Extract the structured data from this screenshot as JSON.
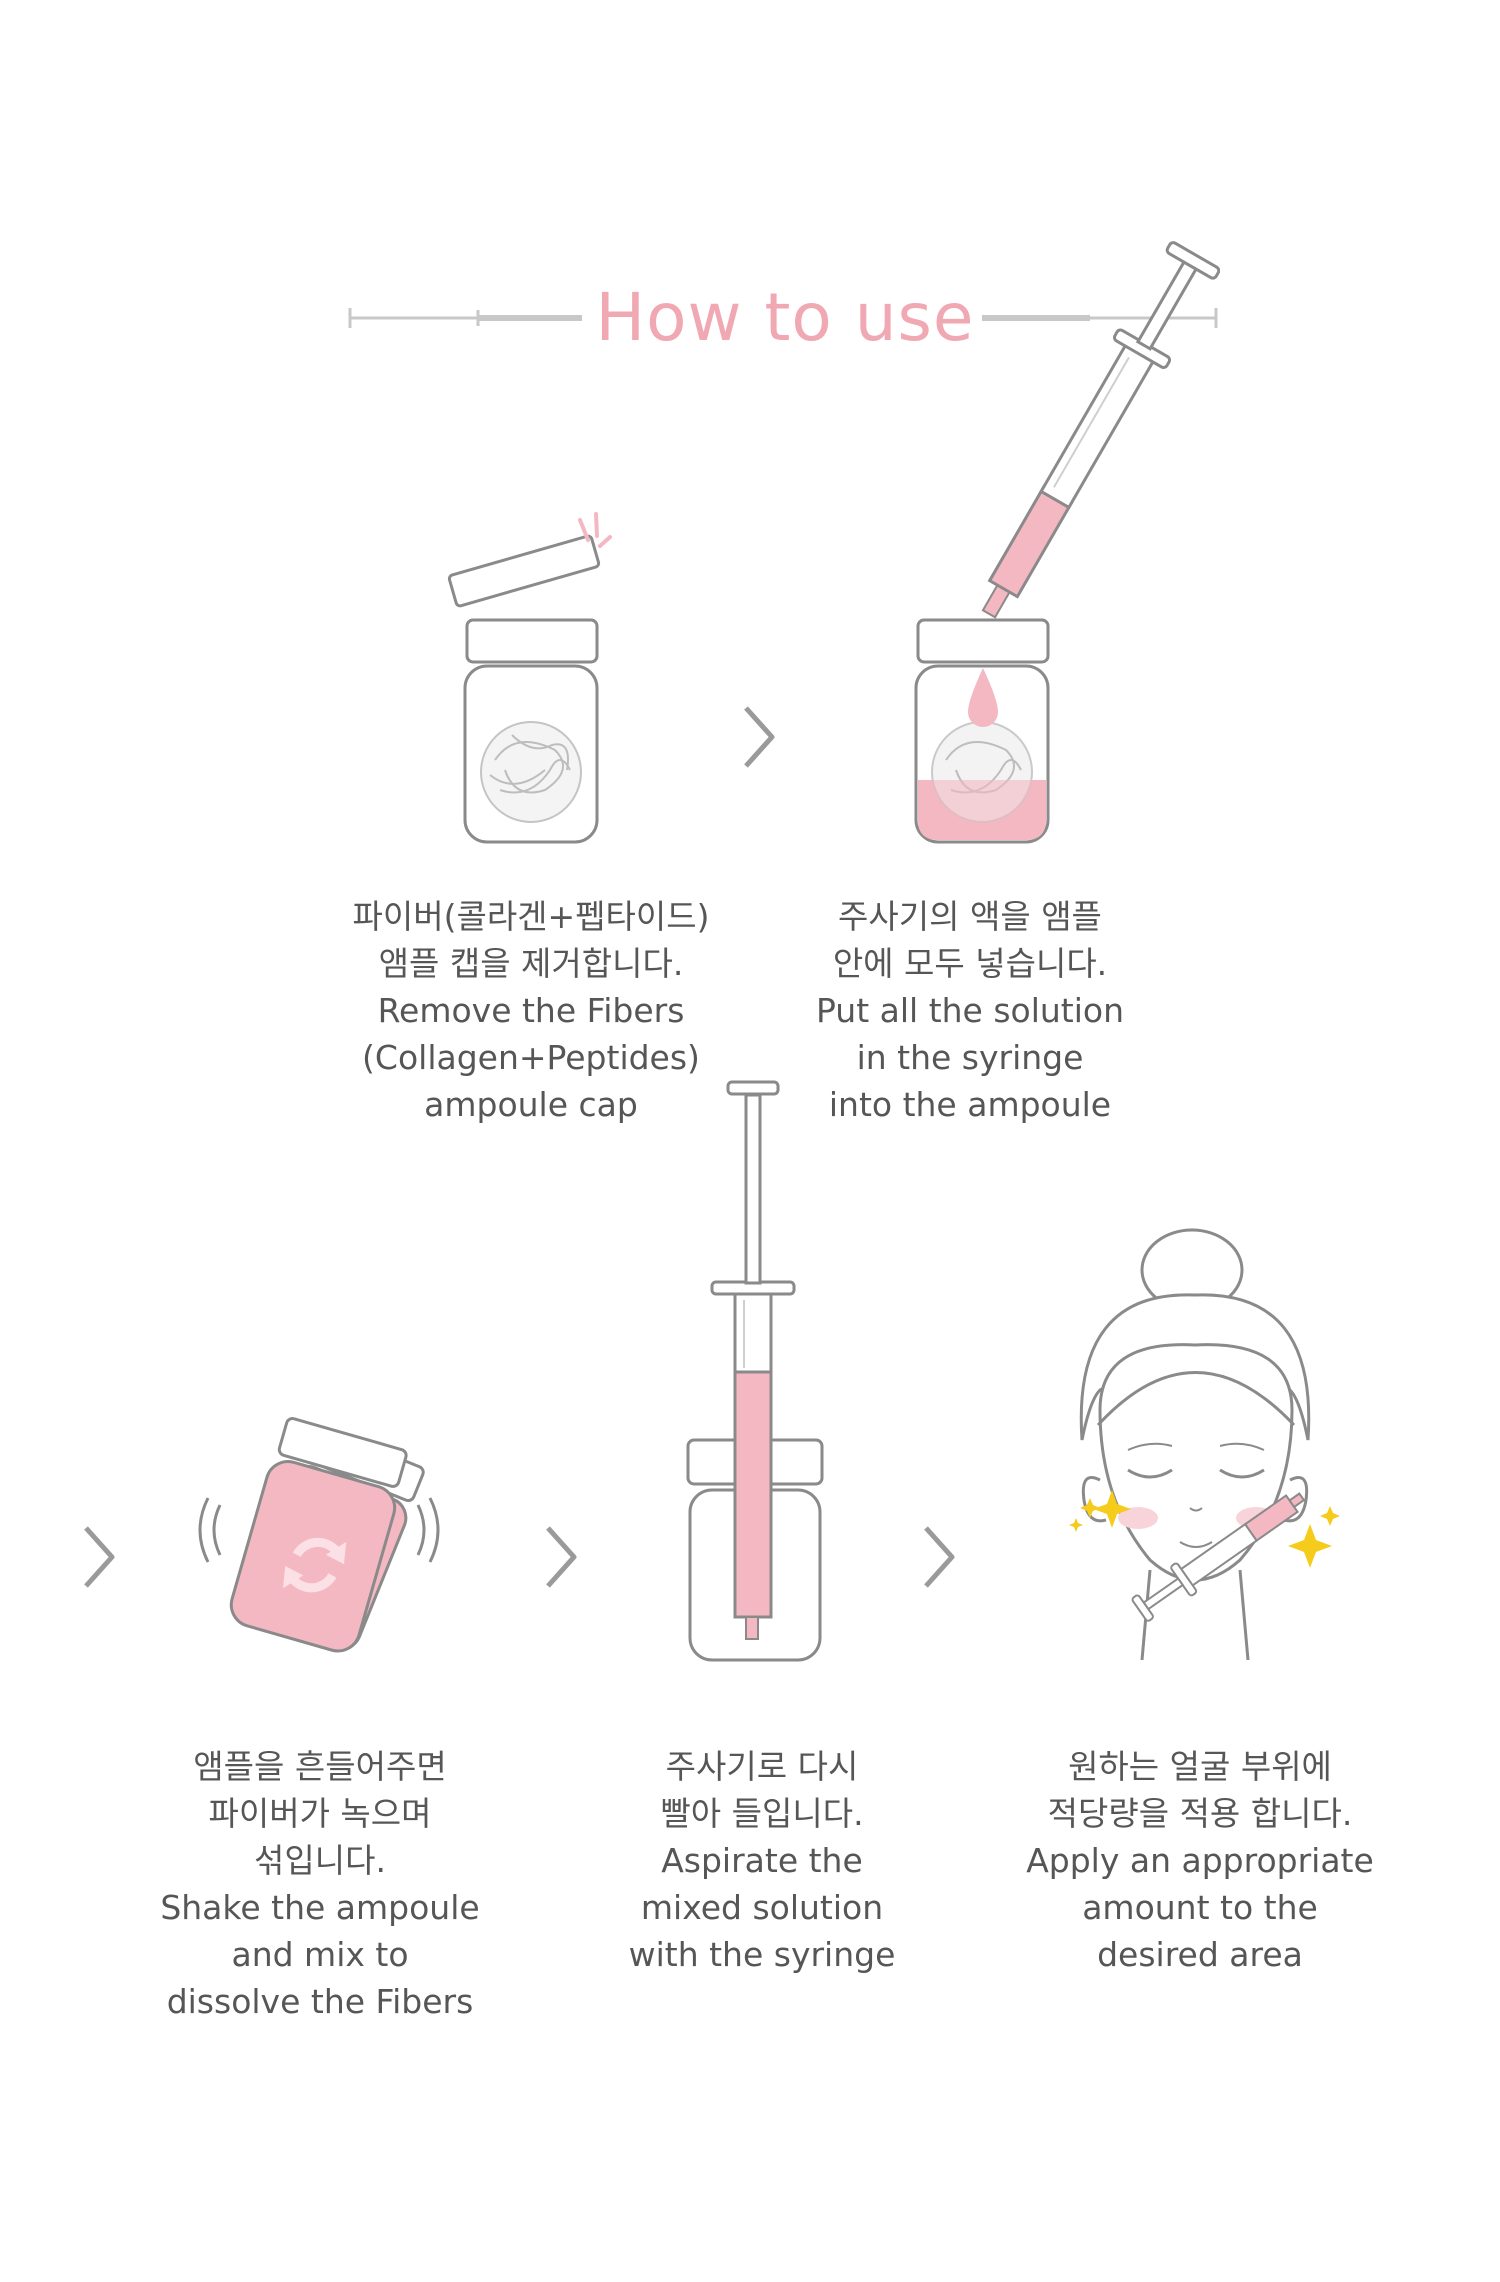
{
  "title": "How to use",
  "colors": {
    "pink": "#f4b8c3",
    "pink_light": "#f9d3da",
    "line": "#8a8a8a",
    "title": "#f0a8b3",
    "sparkle": "#f5cc1c"
  },
  "steps": [
    {
      "lines": [
        "파이버(콜라겐+펩타이드)",
        "앰플 캡을 제거합니다.",
        "Remove the Fibers",
        "(Collagen+Peptides)",
        "ampoule cap"
      ]
    },
    {
      "lines": [
        "주사기의 액을 앰플",
        "안에 모두 넣습니다.",
        "Put all the solution",
        "in the syringe",
        "into the ampoule"
      ]
    },
    {
      "lines": [
        "앰플을 흔들어주면",
        "파이버가 녹으며",
        "섞입니다.",
        "Shake the ampoule",
        "and mix to",
        "dissolve the Fibers"
      ]
    },
    {
      "lines": [
        "주사기로 다시",
        "빨아 들입니다.",
        "Aspirate the",
        "mixed solution",
        "with the syringe"
      ]
    },
    {
      "lines": [
        "원하는 얼굴 부위에",
        "적당량을 적용 합니다.",
        "Apply an appropriate",
        "amount to the",
        "desired area"
      ]
    }
  ],
  "icons": [
    "cap-off-ampoule-icon",
    "syringe-into-ampoule-icon",
    "shaking-ampoule-icon",
    "syringe-aspirate-icon",
    "face-apply-icon",
    "chevron-right-icon"
  ]
}
